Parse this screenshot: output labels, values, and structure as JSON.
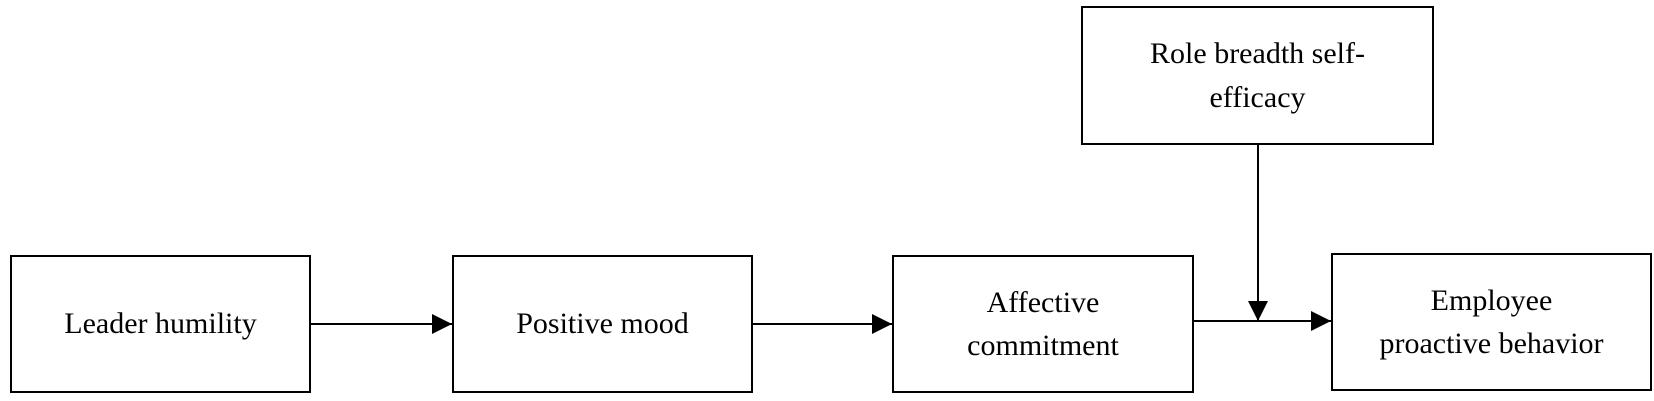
{
  "diagram": {
    "nodes": {
      "leader_humility": "Leader humility",
      "positive_mood": "Positive mood",
      "affective_commitment": "Affective\ncommitment",
      "employee_proactive_behavior": "Employee\nproactive behavior",
      "role_breadth_self_efficacy": "Role breadth self-\nefficacy"
    },
    "edges": [
      {
        "from": "leader_humility",
        "to": "positive_mood"
      },
      {
        "from": "positive_mood",
        "to": "affective_commitment"
      },
      {
        "from": "affective_commitment",
        "to": "employee_proactive_behavior"
      },
      {
        "from": "role_breadth_self_efficacy",
        "to": "affective_commitment-employee_proactive_behavior path",
        "type": "moderation"
      }
    ],
    "line_color": "#000000"
  }
}
